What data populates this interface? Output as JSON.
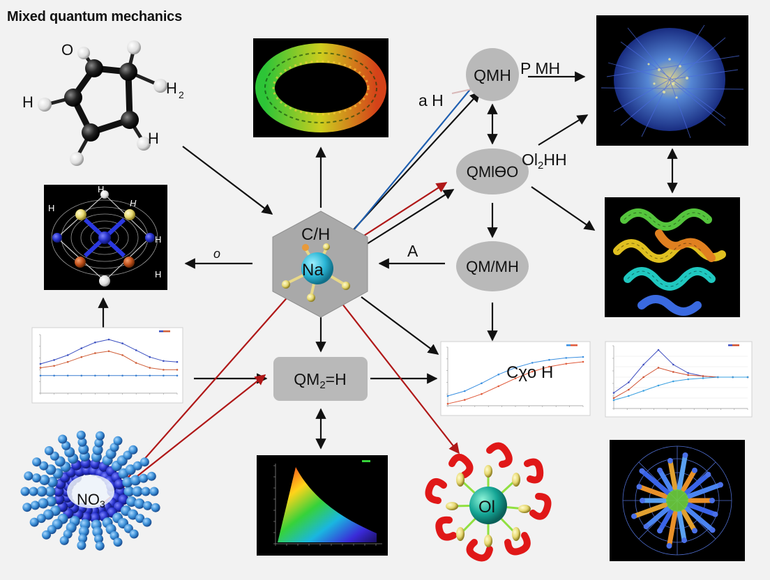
{
  "title": "Mixed quantum mechanics",
  "molecule_labels": {
    "o": "O",
    "h_left": "H",
    "h2": "H",
    "h2_sub": "2",
    "h_bottom": "H"
  },
  "lattice_labels": {
    "h_top": "H",
    "h_top_italic": "H",
    "h_left": "H",
    "h_right": "H",
    "h_bottom": "H"
  },
  "center": {
    "top_label": "C/H",
    "ion_label": "Na"
  },
  "nodes": {
    "qmh": "QMH",
    "qm_o": "QMlϴO",
    "qm_mh": "QM/MH",
    "qm2h_pre": "QM",
    "qm2h_sub": "2",
    "qm2h_post": "=H"
  },
  "floating_labels": {
    "pmh": "P MH",
    "ah": "a H",
    "ol2hh_pre": "Ol",
    "ol2hh_sub": "2",
    "ol2hh_post": "HH",
    "a": "A",
    "o_small": "o",
    "cxoh": "Cχo H",
    "no": "NO",
    "no_sub": "3",
    "ol": "Ol"
  },
  "colors": {
    "arrow_black": "#111111",
    "arrow_red": "#b01818",
    "arrow_blue": "#1f5fb0",
    "node_gray": "#b9b9b9",
    "hex_gray": "#a9a9a9"
  },
  "chart_data": [
    {
      "type": "line",
      "series": [
        {
          "color": "#3a4fc0",
          "values": [
            3.0,
            3.4,
            3.9,
            4.6,
            5.2,
            5.5,
            5.1,
            4.4,
            3.7,
            3.3,
            3.2
          ]
        },
        {
          "color": "#d0603a",
          "values": [
            2.6,
            2.8,
            3.2,
            3.7,
            4.1,
            4.3,
            3.9,
            3.1,
            2.6,
            2.4,
            2.4
          ]
        },
        {
          "color": "#3a7fd0",
          "values": [
            1.8,
            1.8,
            1.8,
            1.8,
            1.8,
            1.8,
            1.8,
            1.8,
            1.8,
            1.8,
            1.8
          ]
        }
      ],
      "legend": "top-right",
      "grid": false
    },
    {
      "type": "line",
      "series": [
        {
          "color": "#3a8fe0",
          "values": [
            1.0,
            1.5,
            2.3,
            3.2,
            3.9,
            4.4,
            4.7,
            4.9,
            5.0
          ]
        },
        {
          "color": "#e05a3a",
          "values": [
            0.2,
            0.6,
            1.2,
            2.0,
            2.8,
            3.5,
            4.0,
            4.3,
            4.5
          ]
        }
      ],
      "legend": "top-right",
      "grid": false
    },
    {
      "type": "line",
      "series": [
        {
          "color": "#4050c0",
          "values": [
            1.5,
            2.5,
            4.2,
            5.6,
            4.2,
            3.4,
            3.1,
            3.0,
            3.0,
            3.0
          ]
        },
        {
          "color": "#d05030",
          "values": [
            1.0,
            1.8,
            3.0,
            3.9,
            3.5,
            3.2,
            3.1,
            3.0,
            3.0,
            3.0
          ]
        },
        {
          "color": "#3aa0e0",
          "values": [
            0.8,
            1.2,
            1.7,
            2.2,
            2.6,
            2.8,
            2.9,
            3.0,
            3.0,
            3.0
          ]
        }
      ],
      "legend": "top-right",
      "grid": true
    }
  ]
}
